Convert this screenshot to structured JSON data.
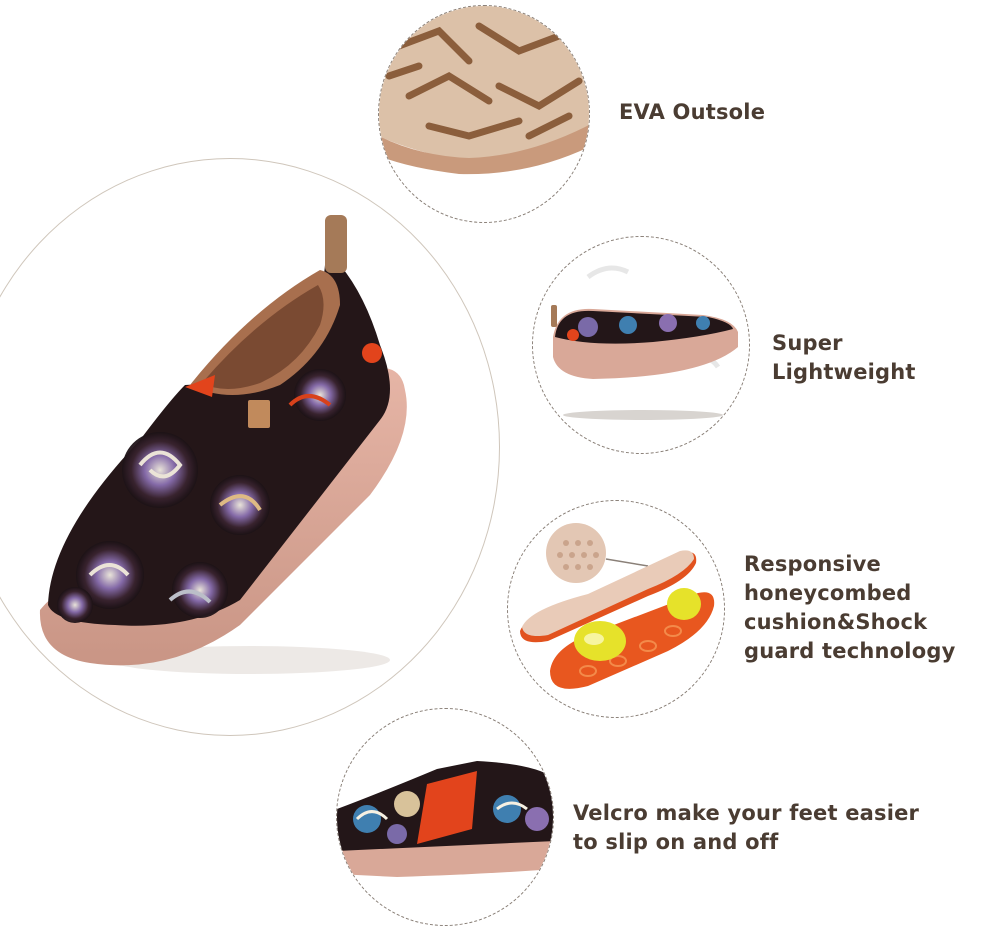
{
  "features": {
    "outsole": {
      "label": "EVA Outsole"
    },
    "lightweight": {
      "label": "Super Lightweight"
    },
    "cushion": {
      "label": "Responsive\nhoneycombed\ncushion&Shock\nguard technology"
    },
    "velcro": {
      "label": "Velcro make your feet easier\nto slip on and off"
    }
  },
  "colors": {
    "label_text": "#4a3c32",
    "sole": "#d9a898",
    "shoe_dark": "#2a1a1c",
    "accent_orange": "#e2441c",
    "dashed_border": "#8a8078"
  },
  "icons": {
    "main_product": "shoe-image",
    "outsole_texture": "outsole-texture-image",
    "lightweight_shoe": "floating-shoe-image",
    "insole": "insole-image",
    "velcro_heel": "heel-image"
  }
}
